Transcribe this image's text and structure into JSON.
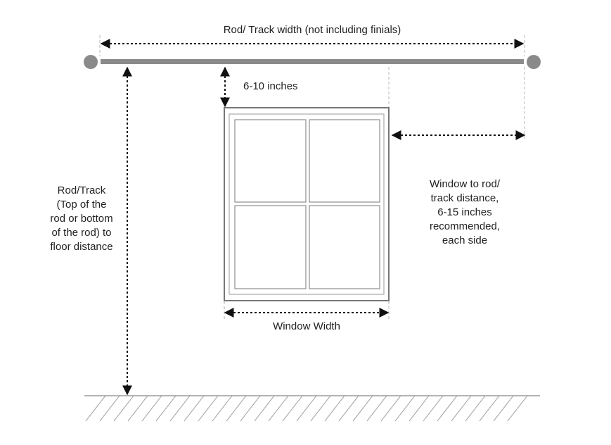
{
  "labels": {
    "rod_track_width": "Rod/ Track width (not including finials)",
    "top_gap": "6-10 inches",
    "floor_distance": [
      "Rod/Track",
      "(Top of the",
      "rod or bottom",
      "of the rod) to",
      "floor distance"
    ],
    "side_distance": [
      "Window to rod/",
      "track distance,",
      "6-15 inches",
      "recommended,",
      "each side"
    ],
    "window_width": "Window Width"
  },
  "colors": {
    "rod": "#8a8a8a",
    "finial": "#8a8a8a",
    "arrow": "#111111",
    "guide": "#b5b5b5",
    "window_frame": "#777777",
    "floor_hatch": "#9a9a9a",
    "text": "#222222"
  }
}
